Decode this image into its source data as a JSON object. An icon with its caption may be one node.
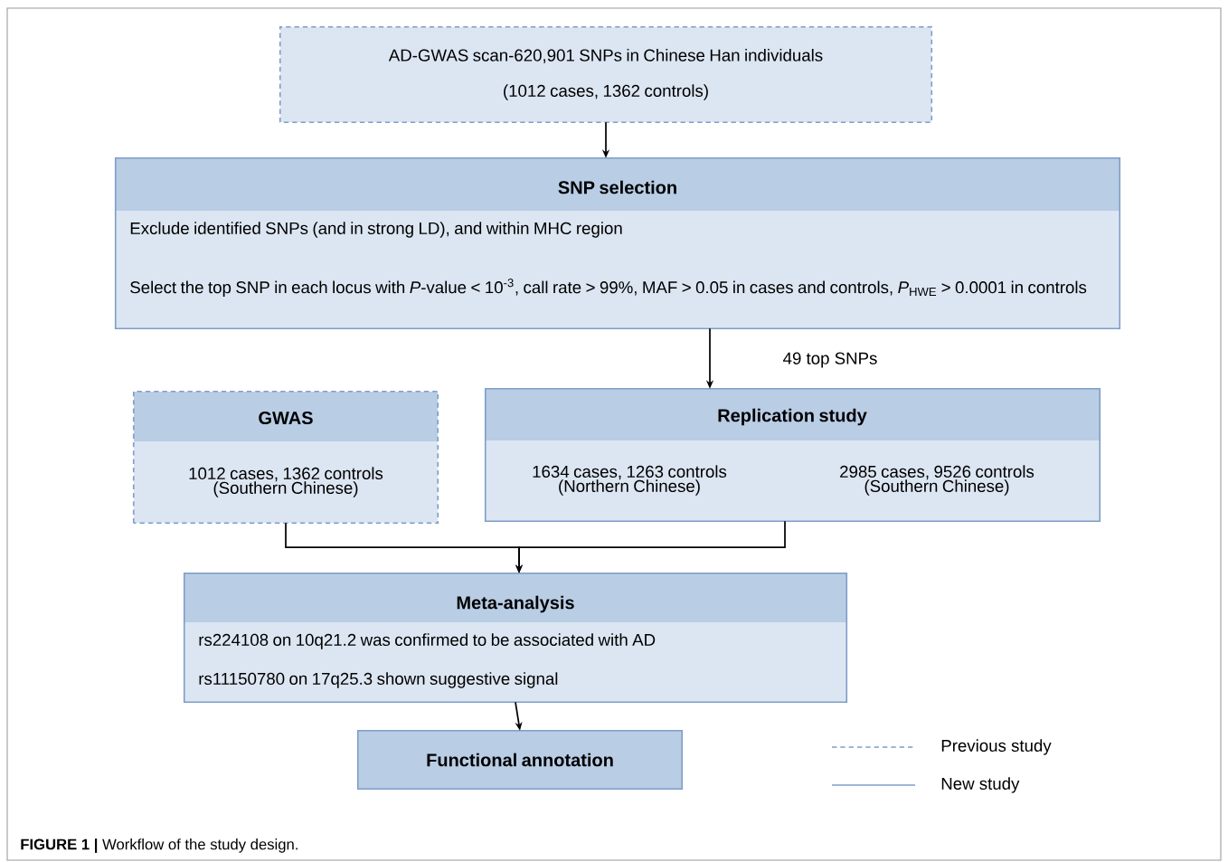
{
  "diagram": {
    "caption": "**FIGURE 1 |** Workflow of the study design.",
    "nodes": [
      {
        "text": [
          "AD-GWAS scan-620,901 SNPs in Chinese Han individuals",
          "(1012 cases, 1362 controls)"
        ]
      },
      {
        "text": [
          "SNP selection",
          "Exclude identified SNPs (and in strong LD), and within MHC region",
          "Select the top SNP in each locus with *P*-value < 10$^{-3}$, call rate > 99%, MAF > 0.05 in cases and controls, *P*$_{HWE}$ > 0.0001 in controls"
        ]
      },
      {
        "text": [
          "GWAS",
          "1012 cases, 1362 controls (Southern Chinese)"
        ]
      },
      {
        "text": [
          "Replication study",
          "1634 cases, 1263 controls (Northern Chinese)",
          "2985 cases, 9526 controls (Southern Chinese)"
        ]
      },
      {
        "text": [
          "Meta-analysis",
          "rs224108 on 10q21.2 was confirmed to be associated with AD",
          "rs11150780 on 17q25.3 shown suggestive signal"
        ]
      },
      {
        "text": [
          "Functional annotation"
        ]
      }
    ],
    "edges": [
      {
        "from": 0,
        "to": 1,
        "arrow": "to"
      },
      {
        "from": 1,
        "to": 3,
        "arrow": "to",
        "label": "49 top SNPs"
      },
      {
        "from": 2,
        "to": 4,
        "arrow": "to"
      },
      {
        "from": 3,
        "to": 4,
        "arrow": "to"
      },
      {
        "from": 4,
        "to": 5,
        "arrow": "to"
      }
    ],
    "legend": [
      {
        "text": "Previous study"
      },
      {
        "text": "New study"
      }
    ]
  }
}
